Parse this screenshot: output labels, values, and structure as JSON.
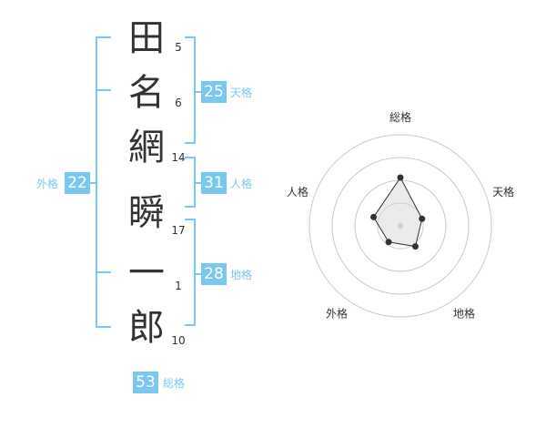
{
  "accent_color": "#7ac8f0",
  "characters": [
    {
      "char": "田",
      "strokes": "5"
    },
    {
      "char": "名",
      "strokes": "6"
    },
    {
      "char": "網",
      "strokes": "14"
    },
    {
      "char": "瞬",
      "strokes": "17"
    },
    {
      "char": "一",
      "strokes": "1"
    },
    {
      "char": "郎",
      "strokes": "10"
    }
  ],
  "kaku": {
    "tenkaku": {
      "value": "25",
      "label": "天格"
    },
    "jinkaku": {
      "value": "31",
      "label": "人格"
    },
    "chikaku": {
      "value": "28",
      "label": "地格"
    },
    "gaikaku": {
      "value": "22",
      "label": "外格"
    },
    "soukaku": {
      "value": "53",
      "label": "総格"
    }
  },
  "chart_data": {
    "type": "radar",
    "axes": [
      "総格",
      "天格",
      "地格",
      "外格",
      "人格"
    ],
    "values": [
      53,
      25,
      28,
      22,
      31
    ],
    "value_max": 100,
    "ring_count": 4
  }
}
